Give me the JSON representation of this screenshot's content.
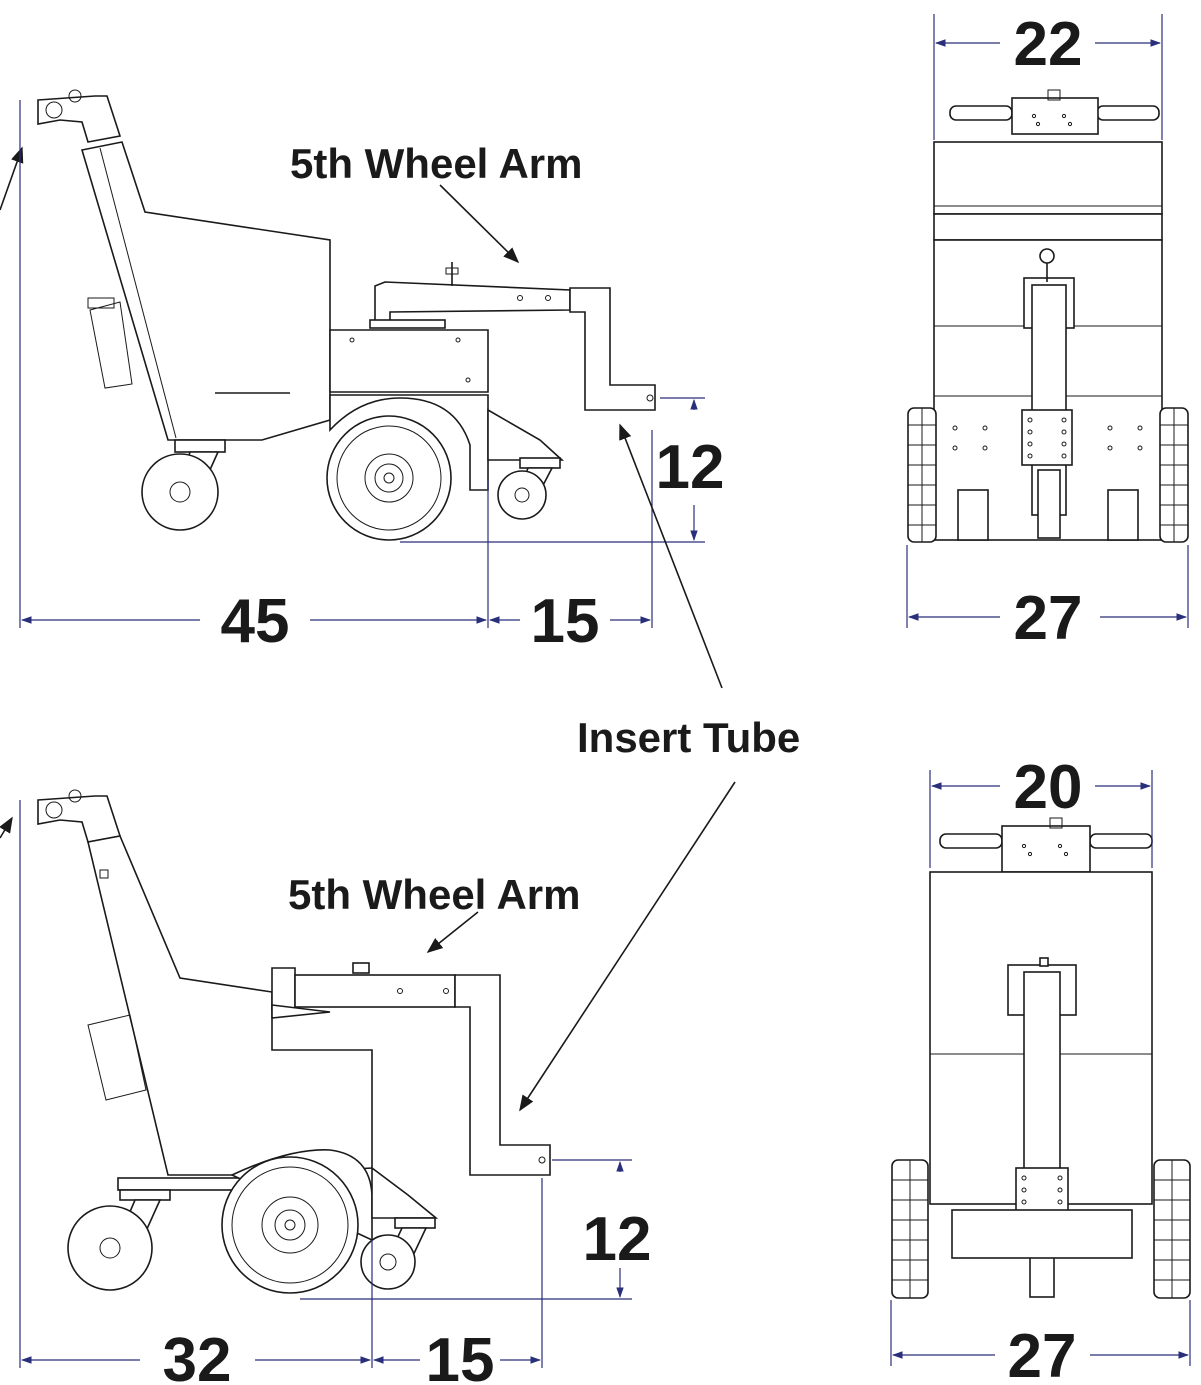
{
  "labels": {
    "fifth_wheel_arm_top": "5th Wheel Arm",
    "fifth_wheel_arm_bottom": "5th Wheel Arm",
    "insert_tube": "Insert Tube"
  },
  "dimensions": {
    "top_side": {
      "length": "45",
      "extension": "15",
      "height": "12"
    },
    "top_front": {
      "width_top": "22",
      "width_bottom": "27"
    },
    "bottom_side": {
      "length": "32",
      "extension": "15",
      "height": "12"
    },
    "bottom_front": {
      "width_top": "20",
      "width_bottom": "27"
    }
  },
  "colors": {
    "line": "#1a1a1a",
    "dimension_line": "#2a2f7a"
  }
}
